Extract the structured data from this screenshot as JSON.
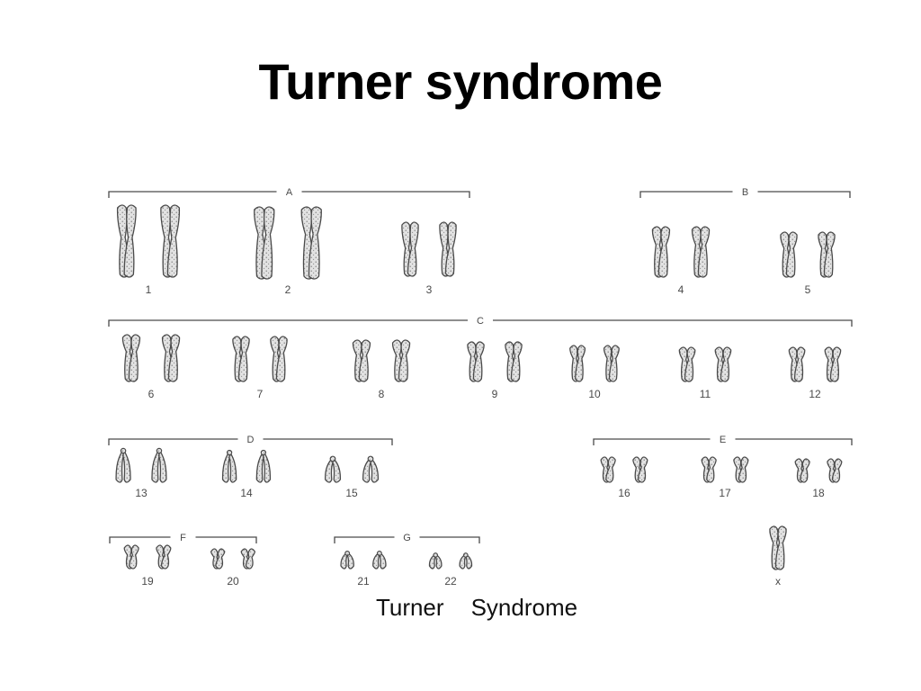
{
  "slide": {
    "title": "Turner syndrome"
  },
  "karyotype": {
    "groups": [
      {
        "id": "A",
        "label": "A"
      },
      {
        "id": "B",
        "label": "B"
      },
      {
        "id": "C",
        "label": "C"
      },
      {
        "id": "D",
        "label": "D"
      },
      {
        "id": "E",
        "label": "E"
      },
      {
        "id": "F",
        "label": "F"
      },
      {
        "id": "G",
        "label": "G"
      }
    ],
    "chromosomes": [
      {
        "id": "1",
        "label": "1",
        "group": "A",
        "shape": "metacentric-large"
      },
      {
        "id": "2",
        "label": "2",
        "group": "A",
        "shape": "submetacentric-large"
      },
      {
        "id": "3",
        "label": "3",
        "group": "A",
        "shape": "metacentric"
      },
      {
        "id": "4",
        "label": "4",
        "group": "B",
        "shape": "submetacentric"
      },
      {
        "id": "5",
        "label": "5",
        "group": "B",
        "shape": "submetacentric"
      },
      {
        "id": "6",
        "label": "6",
        "group": "C",
        "shape": "submetacentric"
      },
      {
        "id": "7",
        "label": "7",
        "group": "C",
        "shape": "submetacentric"
      },
      {
        "id": "8",
        "label": "8",
        "group": "C",
        "shape": "submetacentric"
      },
      {
        "id": "9",
        "label": "9",
        "group": "C",
        "shape": "submetacentric"
      },
      {
        "id": "10",
        "label": "10",
        "group": "C",
        "shape": "submetacentric"
      },
      {
        "id": "11",
        "label": "11",
        "group": "C",
        "shape": "submetacentric"
      },
      {
        "id": "12",
        "label": "12",
        "group": "C",
        "shape": "submetacentric"
      },
      {
        "id": "13",
        "label": "13",
        "group": "D",
        "shape": "acrocentric"
      },
      {
        "id": "14",
        "label": "14",
        "group": "D",
        "shape": "acrocentric"
      },
      {
        "id": "15",
        "label": "15",
        "group": "D",
        "shape": "acrocentric"
      },
      {
        "id": "16",
        "label": "16",
        "group": "E",
        "shape": "small"
      },
      {
        "id": "17",
        "label": "17",
        "group": "E",
        "shape": "small"
      },
      {
        "id": "18",
        "label": "18",
        "group": "E",
        "shape": "small"
      },
      {
        "id": "19",
        "label": "19",
        "group": "F",
        "shape": "small"
      },
      {
        "id": "20",
        "label": "20",
        "group": "F",
        "shape": "small"
      },
      {
        "id": "21",
        "label": "21",
        "group": "G",
        "shape": "acrocentric-small"
      },
      {
        "id": "22",
        "label": "22",
        "group": "G",
        "shape": "acrocentric-small"
      },
      {
        "id": "X",
        "label": "x",
        "group": "",
        "shape": "single-submetacentric"
      }
    ],
    "caption_word1": "Turner",
    "caption_word2": "Syndrome",
    "ink_color": "#4a4a4a",
    "fill_color": "#dcdcdc"
  }
}
